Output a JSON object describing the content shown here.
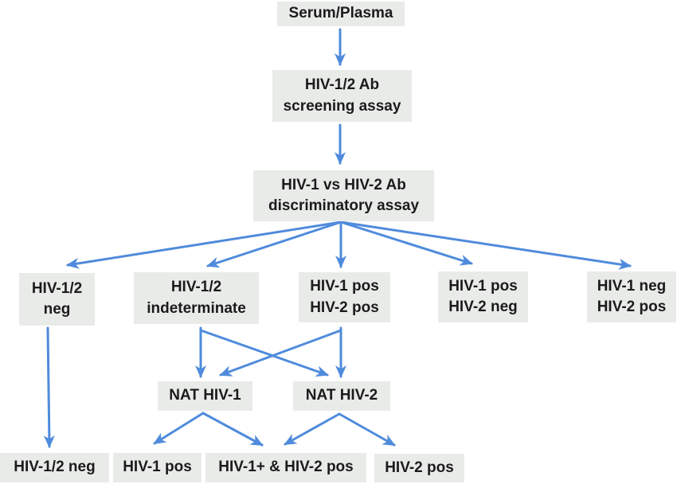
{
  "diagram": {
    "type": "flowchart",
    "description": "HIV-1/HIV-2 serum/plasma antibody testing and NAT confirmation algorithm",
    "colors": {
      "arrow": "#4f8bdc",
      "node_background": "#e9ebe9",
      "text": "#1b1b1b",
      "background": "#ffffff"
    },
    "nodes": {
      "serum": {
        "label": "Serum/Plasma"
      },
      "screening": {
        "label": "HIV-1/2 Ab\nscreening assay"
      },
      "discriminatory": {
        "label": "HIV-1 vs HIV-2 Ab\ndiscriminatory assay"
      },
      "neg12": {
        "label": "HIV-1/2\nneg"
      },
      "indeterminate": {
        "label": "HIV-1/2\nindeterminate"
      },
      "pos1pos2": {
        "label": "HIV-1 pos\nHIV-2 pos"
      },
      "pos1neg2": {
        "label": "HIV-1 pos\nHIV-2 neg"
      },
      "neg1pos2": {
        "label": "HIV-1 neg\nHIV-2 pos"
      },
      "nat1": {
        "label": "NAT HIV-1"
      },
      "nat2": {
        "label": "NAT HIV-2"
      },
      "final_neg12": {
        "label": "HIV-1/2 neg"
      },
      "final_pos1": {
        "label": "HIV-1 pos"
      },
      "final_both": {
        "label": "HIV-1+ & HIV-2 pos"
      },
      "final_pos2": {
        "label": "HIV-2 pos"
      }
    },
    "edges": [
      {
        "from": "serum",
        "to": "screening"
      },
      {
        "from": "screening",
        "to": "discriminatory"
      },
      {
        "from": "discriminatory",
        "to": "neg12"
      },
      {
        "from": "discriminatory",
        "to": "indeterminate"
      },
      {
        "from": "discriminatory",
        "to": "pos1pos2"
      },
      {
        "from": "discriminatory",
        "to": "pos1neg2"
      },
      {
        "from": "discriminatory",
        "to": "neg1pos2"
      },
      {
        "from": "indeterminate",
        "to": "nat1"
      },
      {
        "from": "indeterminate",
        "to": "nat2"
      },
      {
        "from": "pos1pos2",
        "to": "nat2"
      },
      {
        "from": "pos1pos2",
        "to": "nat1"
      },
      {
        "from": "neg12",
        "to": "final_neg12"
      },
      {
        "from": "nat1",
        "to": "final_pos1"
      },
      {
        "from": "nat1",
        "to": "final_both"
      },
      {
        "from": "nat2",
        "to": "final_both"
      },
      {
        "from": "nat2",
        "to": "final_pos2"
      }
    ]
  }
}
